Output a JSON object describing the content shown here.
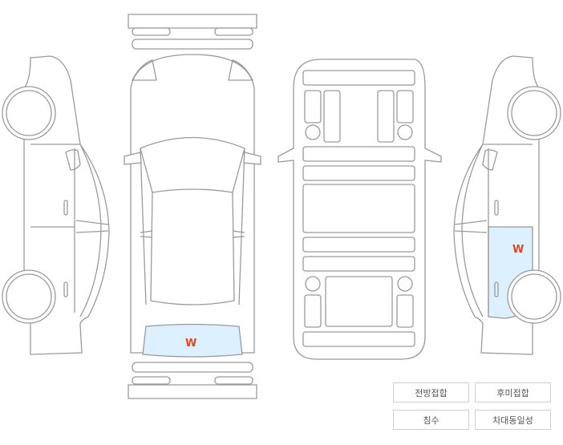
{
  "marks": {
    "top_view_rear_glass": "W",
    "right_side_rear_door": "W"
  },
  "colors": {
    "mark": "#e2471d",
    "highlight": "#dcf0fd",
    "outline": "#9a9a9a"
  },
  "buttons": [
    "전방접합",
    "후미접합",
    "침수",
    "차대동일성"
  ]
}
